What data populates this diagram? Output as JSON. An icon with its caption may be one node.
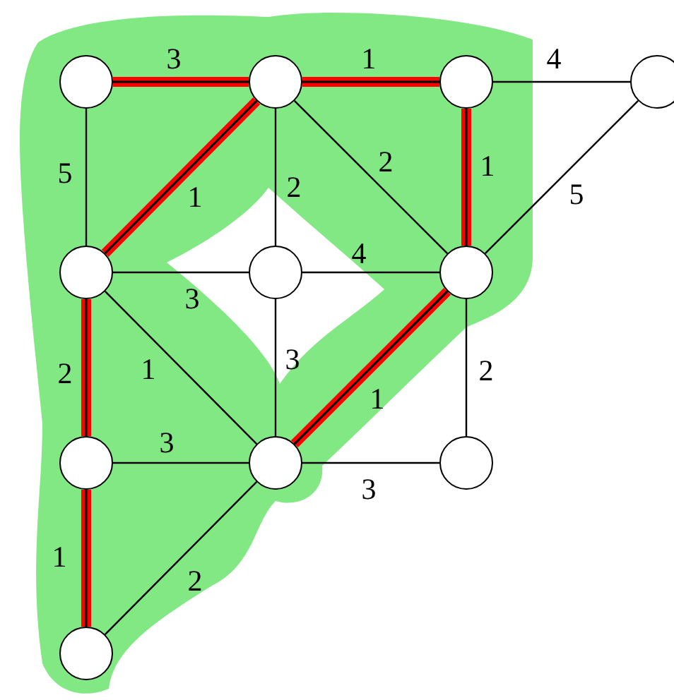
{
  "diagram": {
    "nodes": [
      {
        "text": [],
        "shape": "circle"
      },
      {
        "text": [],
        "shape": "circle"
      },
      {
        "text": [],
        "shape": "circle"
      },
      {
        "text": [],
        "shape": "circle"
      },
      {
        "text": [],
        "shape": "circle"
      },
      {
        "text": [],
        "shape": "circle"
      },
      {
        "text": [],
        "shape": "circle"
      },
      {
        "text": [],
        "shape": "circle"
      },
      {
        "text": [],
        "shape": "circle"
      },
      {
        "text": [],
        "shape": "circle"
      },
      {
        "text": [],
        "shape": "circle"
      }
    ],
    "edges": [
      {
        "from": 0,
        "to": 1,
        "arrow": "none",
        "label": "3",
        "style": "thick",
        "color": "#ff0000"
      },
      {
        "from": 1,
        "to": 2,
        "arrow": "none",
        "label": "1",
        "style": "thick",
        "color": "#ff0000"
      },
      {
        "from": 2,
        "to": 3,
        "arrow": "none",
        "label": "4"
      },
      {
        "from": 0,
        "to": 4,
        "arrow": "none",
        "label": "5"
      },
      {
        "from": 1,
        "to": 4,
        "arrow": "none",
        "label": "1",
        "style": "thick",
        "color": "#ff0000"
      },
      {
        "from": 1,
        "to": 5,
        "arrow": "none",
        "label": "2"
      },
      {
        "from": 1,
        "to": 6,
        "arrow": "none",
        "label": "2"
      },
      {
        "from": 2,
        "to": 6,
        "arrow": "none",
        "label": "1",
        "style": "thick",
        "color": "#ff0000"
      },
      {
        "from": 3,
        "to": 6,
        "arrow": "none",
        "label": "5"
      },
      {
        "from": 4,
        "to": 5,
        "arrow": "none",
        "label": "3"
      },
      {
        "from": 5,
        "to": 6,
        "arrow": "none",
        "label": "4"
      },
      {
        "from": 4,
        "to": 8,
        "arrow": "none",
        "label": "1"
      },
      {
        "from": 5,
        "to": 8,
        "arrow": "none",
        "label": "3"
      },
      {
        "from": 6,
        "to": 8,
        "arrow": "none",
        "label": "1",
        "style": "thick",
        "color": "#ff0000"
      },
      {
        "from": 6,
        "to": 9,
        "arrow": "none",
        "label": "2"
      },
      {
        "from": 4,
        "to": 7,
        "arrow": "none",
        "label": "2",
        "style": "thick",
        "color": "#ff0000"
      },
      {
        "from": 7,
        "to": 8,
        "arrow": "none",
        "label": "3"
      },
      {
        "from": 8,
        "to": 9,
        "arrow": "none",
        "label": "3"
      },
      {
        "from": 7,
        "to": 10,
        "arrow": "none",
        "label": "1",
        "style": "thick",
        "color": "#ff0000"
      },
      {
        "from": 8,
        "to": 10,
        "arrow": "none",
        "label": "2"
      }
    ]
  }
}
